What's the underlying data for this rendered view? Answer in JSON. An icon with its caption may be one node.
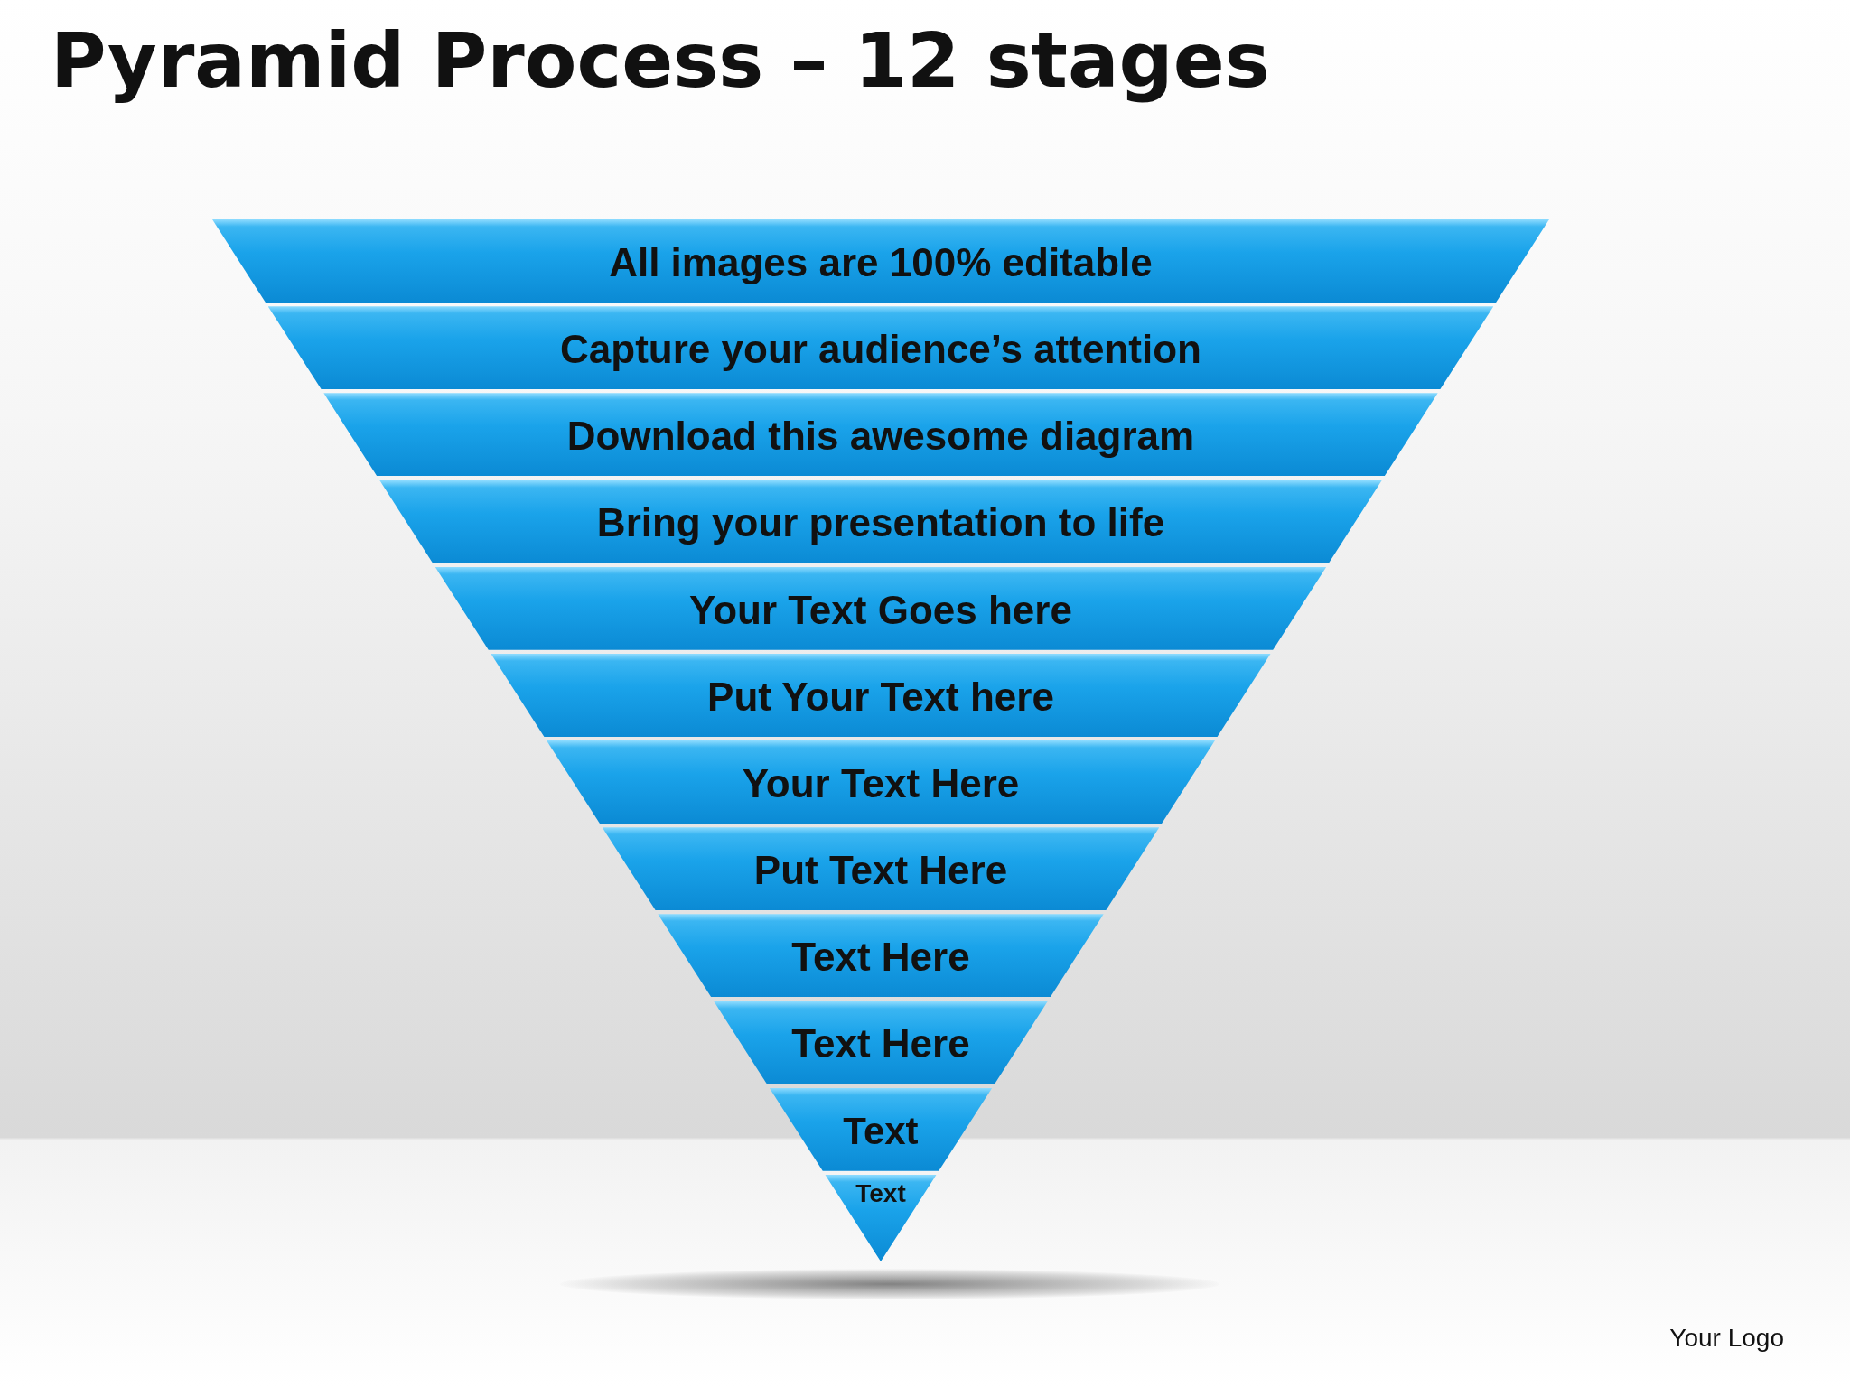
{
  "diagram": {
    "title": "Pyramid Process – 12 stages",
    "nodes": [
      {
        "text": [
          "All images are 100% editable"
        ]
      },
      {
        "text": [
          "Capture your audience’s  attention"
        ]
      },
      {
        "text": [
          "Download this awesome diagram"
        ]
      },
      {
        "text": [
          "Bring your presentation to life"
        ]
      },
      {
        "text": [
          "Your Text Goes here"
        ]
      },
      {
        "text": [
          "Put Your Text here"
        ]
      },
      {
        "text": [
          "Your Text Here"
        ]
      },
      {
        "text": [
          "Put Text Here"
        ]
      },
      {
        "text": [
          "Text Here"
        ]
      },
      {
        "text": [
          "Text Here"
        ]
      },
      {
        "text": [
          "Text"
        ]
      },
      {
        "text": [
          "Text"
        ]
      }
    ],
    "labels": [
      "Your Logo"
    ]
  }
}
